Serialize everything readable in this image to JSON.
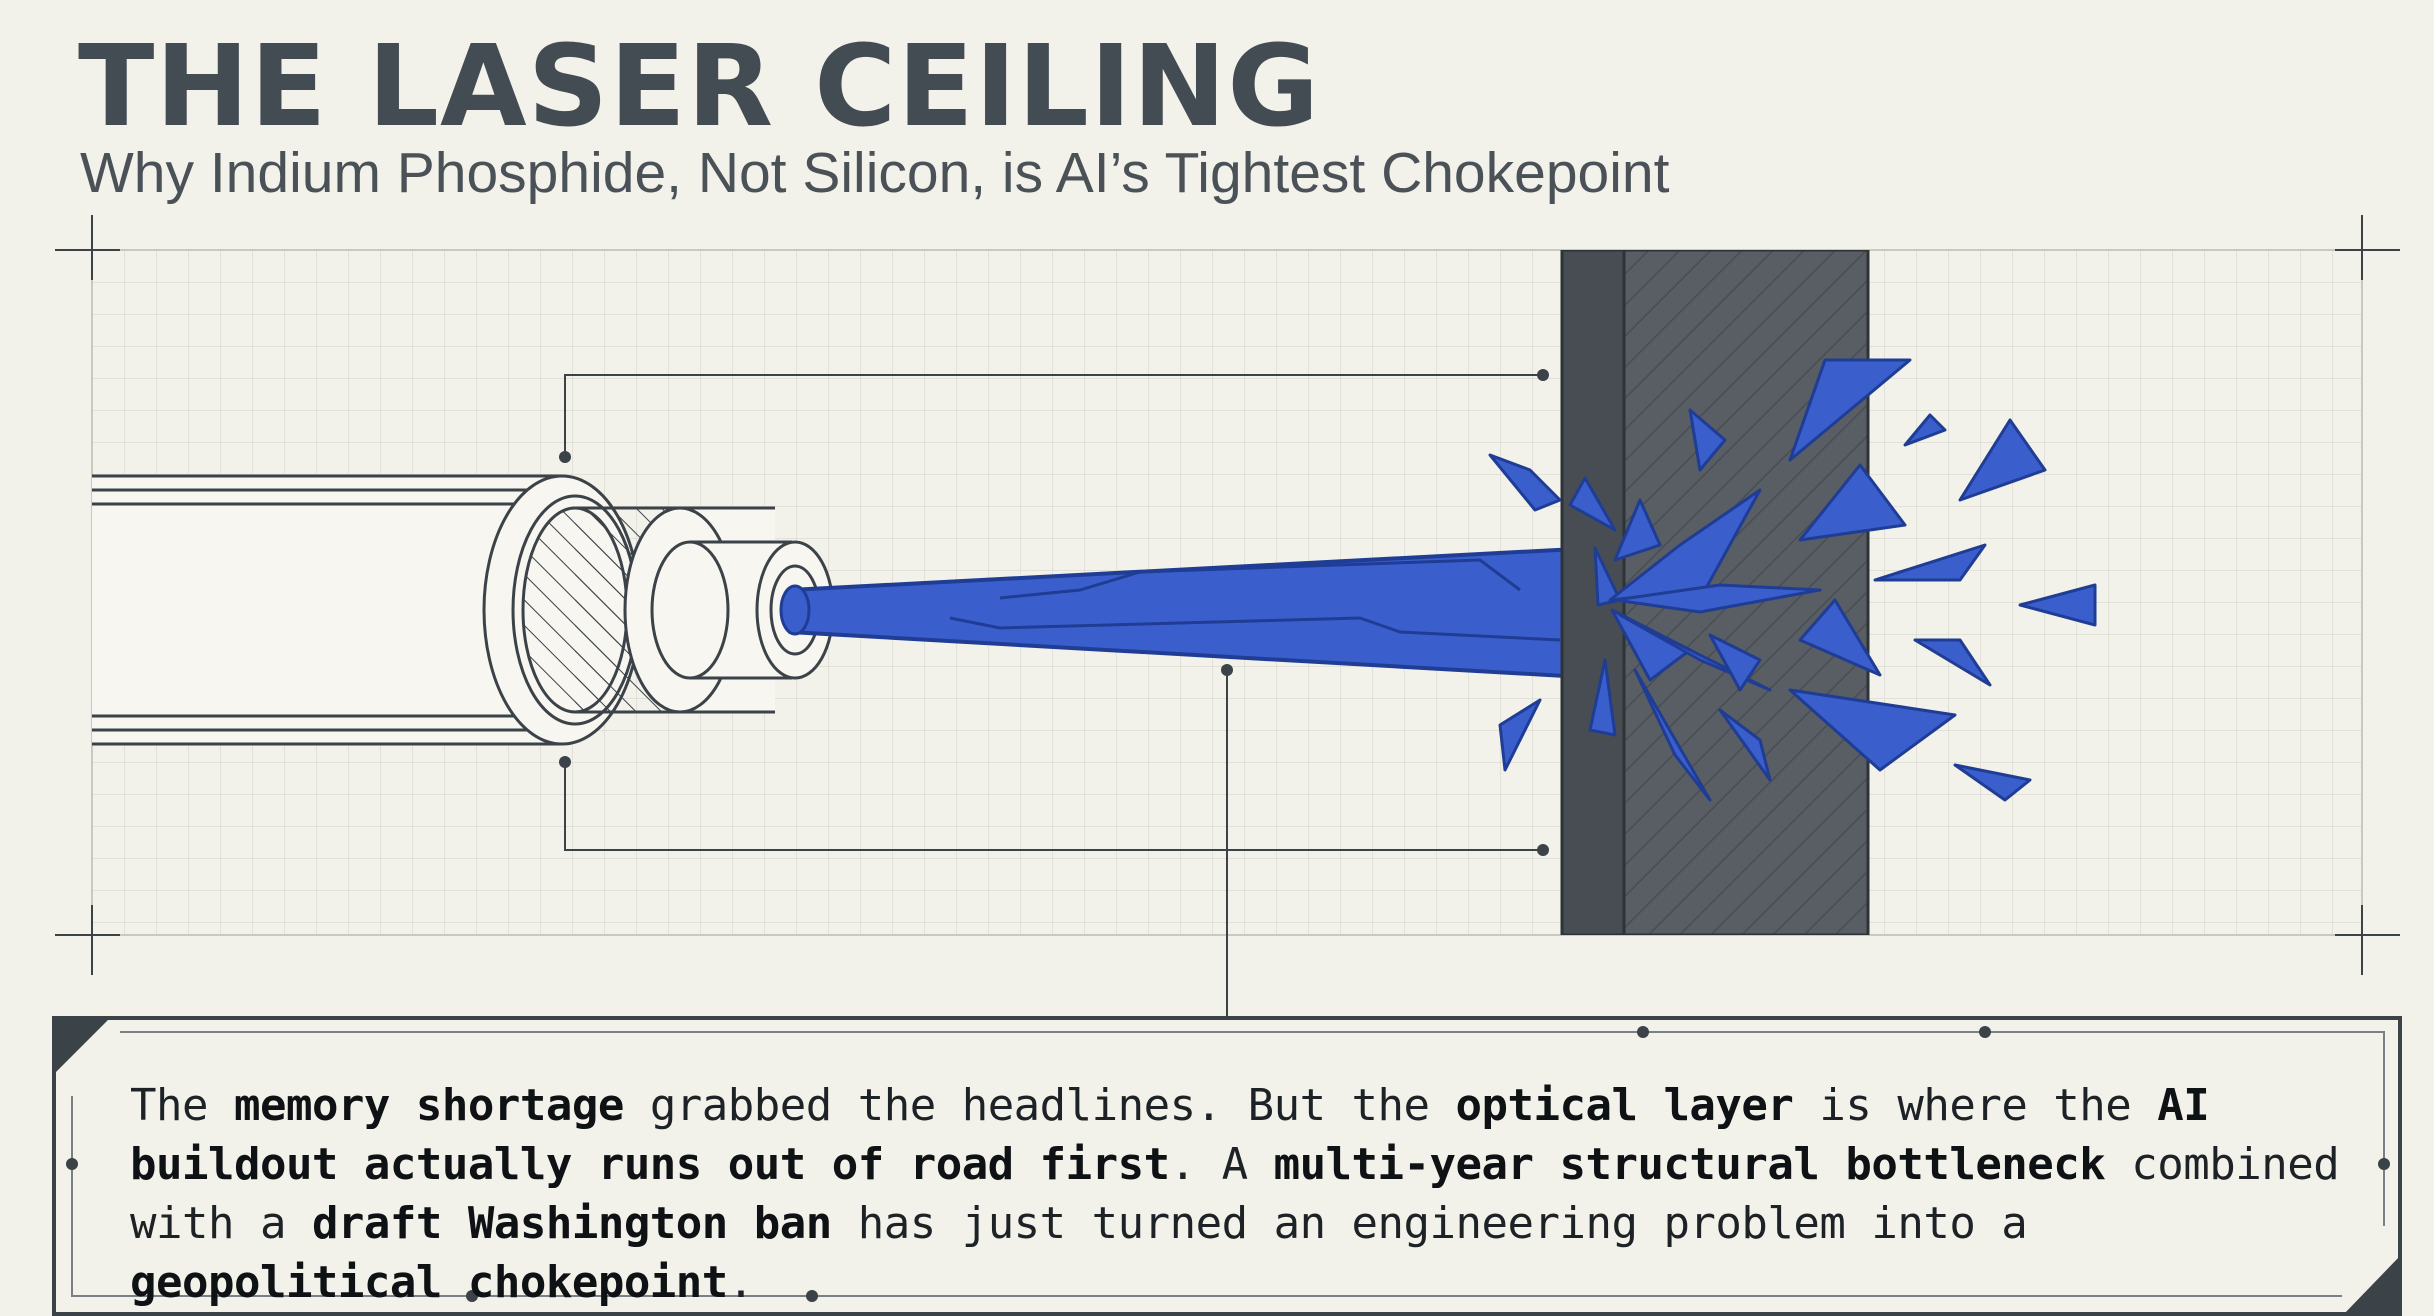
{
  "header": {
    "title": "THE LASER CEILING",
    "subtitle": "Why Indium Phosphide, Not Silicon, is AI’s Tightest Chokepoint"
  },
  "illustration": {
    "elements": [
      "optical-fiber-cable",
      "laser-beam",
      "wall",
      "shattered-fragments"
    ],
    "colors": {
      "background": "#f2f1ea",
      "grid": "#dcdcd3",
      "ink": "#3b4248",
      "beam": "#3a5fcd",
      "beam_dark": "#1f3d94",
      "wall": "#4a5055"
    }
  },
  "caption": {
    "segments": [
      {
        "text": "The ",
        "bold": false
      },
      {
        "text": "memory shortage",
        "bold": true
      },
      {
        "text": " grabbed the headlines. But the ",
        "bold": false
      },
      {
        "text": "optical layer",
        "bold": true
      },
      {
        "text": " is where the ",
        "bold": false
      },
      {
        "text": "AI buildout actually runs out of road first",
        "bold": true
      },
      {
        "text": ". A ",
        "bold": false
      },
      {
        "text": "multi-year structural bottleneck",
        "bold": true
      },
      {
        "text": " combined with a ",
        "bold": false
      },
      {
        "text": "draft Washington ban",
        "bold": true
      },
      {
        "text": " has just turned an engineering problem into a ",
        "bold": false
      },
      {
        "text": "geopolitical chokepoint",
        "bold": true
      },
      {
        "text": ".",
        "bold": false
      }
    ]
  }
}
